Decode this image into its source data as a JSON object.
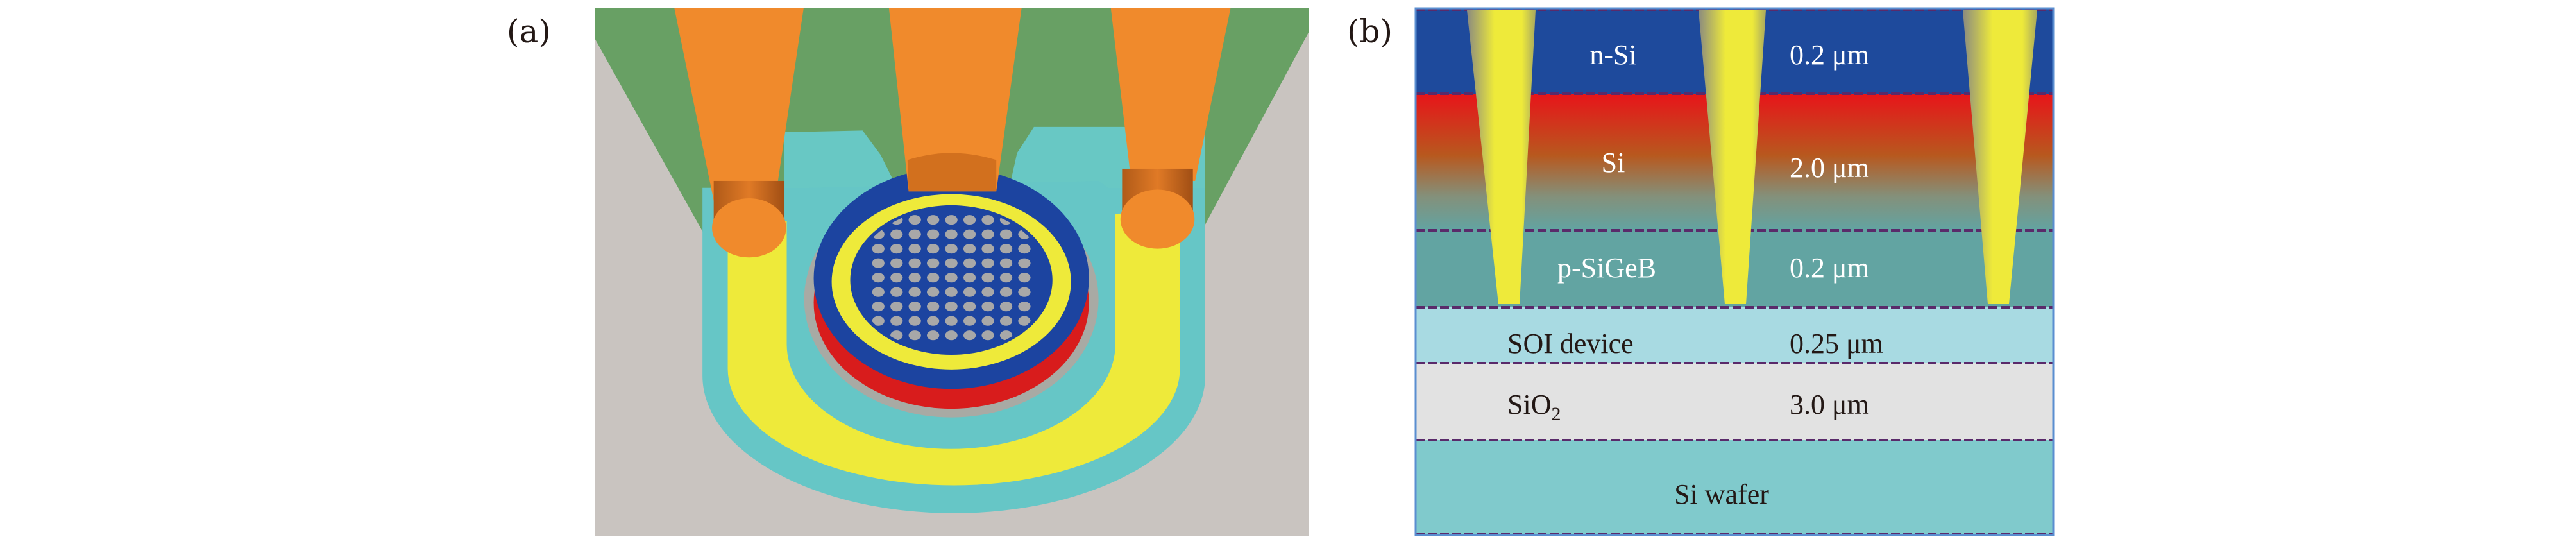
{
  "panels": {
    "a": {
      "label": "(a)",
      "colors": {
        "background": "#c9c4c0",
        "green": "#68a064",
        "orange": "#f08a2c",
        "cyan": "#68c8c4",
        "yellow": "#eeea3a",
        "blue": "#1c44a0",
        "red": "#d81c1c",
        "hole": "#a8a8a8"
      }
    },
    "b": {
      "label": "(b)",
      "layers": [
        {
          "name": "n-Si",
          "thickness": "0.2 μm",
          "color": "#1e4a9c"
        },
        {
          "name": "Si",
          "thickness": "2.0 μm",
          "color": "#d81c1c"
        },
        {
          "name": "p-SiGeB",
          "thickness": "0.2 μm",
          "color": "#62a4a2"
        },
        {
          "name": "SOI device",
          "thickness": "0.25 μm",
          "color": "#a8dae2"
        },
        {
          "name": "SiO",
          "name_sub": "2",
          "thickness": "3.0 μm",
          "color": "#e2e2e2"
        },
        {
          "name": "Si wafer",
          "thickness": "",
          "color": "#80cacc"
        }
      ]
    }
  }
}
